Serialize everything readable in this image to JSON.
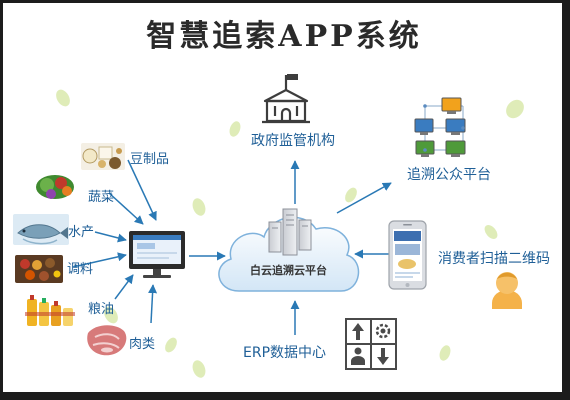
{
  "title": "智慧追索APP系统",
  "nodes": {
    "government": "政府监管机构",
    "public": "追溯公众平台",
    "cloud": "白云追溯云平台",
    "erp": "ERP数据中心",
    "consumer": "消费者扫描二维码"
  },
  "sources": [
    {
      "icon": "bean-products-icon",
      "label": "豆制品"
    },
    {
      "icon": "vegetables-icon",
      "label": "蔬菜"
    },
    {
      "icon": "fish-icon",
      "label": "水产"
    },
    {
      "icon": "spices-icon",
      "label": "调料"
    },
    {
      "icon": "grain-oil-icon",
      "label": "粮油"
    },
    {
      "icon": "meat-icon",
      "label": "肉类"
    }
  ],
  "colors": {
    "arrow": "#2a79b5",
    "label": "#1f5f97",
    "leaf": "#dfecb8"
  }
}
